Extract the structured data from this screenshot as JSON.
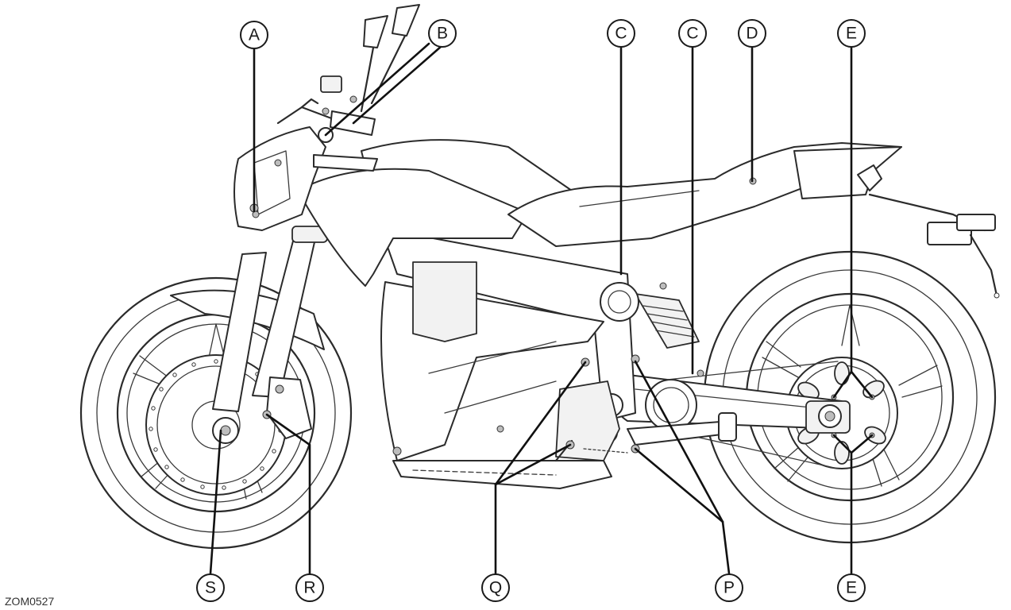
{
  "figure_code": "ZOM0527",
  "callouts": [
    {
      "letter": "A"
    },
    {
      "letter": "B"
    },
    {
      "letter": "C"
    },
    {
      "letter": "C"
    },
    {
      "letter": "D"
    },
    {
      "letter": "E"
    },
    {
      "letter": "E"
    },
    {
      "letter": "P"
    },
    {
      "letter": "Q"
    },
    {
      "letter": "R"
    },
    {
      "letter": "S"
    }
  ]
}
